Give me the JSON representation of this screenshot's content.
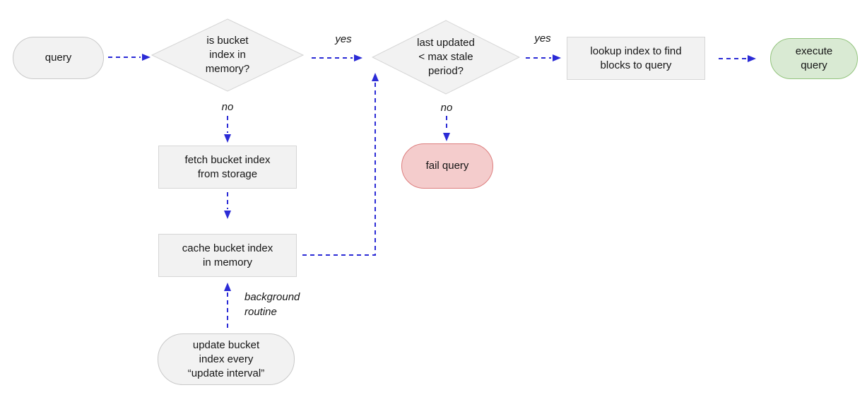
{
  "diagram": {
    "type": "flowchart",
    "background_color": "#ffffff",
    "arrow_color": "#2b2bd6",
    "arrow_style": "dashed",
    "nodes": {
      "query": {
        "label": "query",
        "shape": "terminal",
        "fill": "#f2f2f2",
        "border": "#c9c9c9"
      },
      "is_bucket_index_in_memory": {
        "label": "is bucket\nindex in\nmemory?",
        "shape": "decision",
        "fill": "#f2f2f2",
        "border": "#d5d5d5"
      },
      "fetch_bucket_index": {
        "label": "fetch bucket index\nfrom storage",
        "shape": "process",
        "fill": "#f2f2f2",
        "border": "#d6d6d6"
      },
      "cache_bucket_index": {
        "label": "cache bucket index\nin memory",
        "shape": "process",
        "fill": "#f2f2f2",
        "border": "#d6d6d6"
      },
      "last_updated_check": {
        "label": "last updated\n< max stale\nperiod?",
        "shape": "decision",
        "fill": "#f2f2f2",
        "border": "#d5d5d5"
      },
      "fail_query": {
        "label": "fail query",
        "shape": "terminal",
        "fill": "#f4cccc",
        "border": "#dd7e7e"
      },
      "lookup_index": {
        "label": "lookup index to find\nblocks to query",
        "shape": "process",
        "fill": "#f2f2f2",
        "border": "#d6d6d6"
      },
      "execute_query": {
        "label": "execute\nquery",
        "shape": "terminal",
        "fill": "#d9ead3",
        "border": "#93c47d"
      },
      "update_bucket_index": {
        "label": "update bucket\nindex every\n“update interval”",
        "shape": "terminal",
        "fill": "#f2f2f2",
        "border": "#c9c9c9"
      }
    },
    "edge_labels": {
      "memory_check_no": "no",
      "memory_check_yes": "yes",
      "stale_check_no": "no",
      "stale_check_yes": "yes",
      "background_routine": "background\nroutine"
    }
  }
}
